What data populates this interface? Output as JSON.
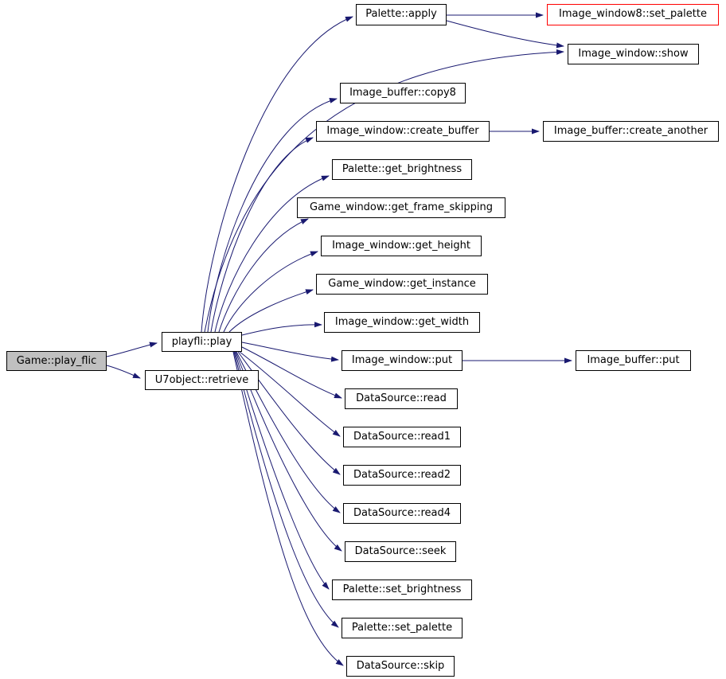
{
  "diagram": {
    "kind": "doxygen-call-graph",
    "edge_color": "#191970",
    "node_border_color": "#000000",
    "focus_node_fill": "#c0c0c0",
    "highlighted_node_border": "#ff0000",
    "background": "#ffffff"
  },
  "nodes": {
    "play_flic": {
      "label": "Game::play_flic"
    },
    "playfli_play": {
      "label": "playfli::play"
    },
    "u7_retrieve": {
      "label": "U7object::retrieve"
    },
    "palette_apply": {
      "label": "Palette::apply"
    },
    "iw8_set_palette": {
      "label": "Image_window8::set_palette"
    },
    "iw_show": {
      "label": "Image_window::show"
    },
    "ib_copy8": {
      "label": "Image_buffer::copy8"
    },
    "iw_create_buffer": {
      "label": "Image_window::create_buffer"
    },
    "ib_create_another": {
      "label": "Image_buffer::create_another"
    },
    "p_get_brightness": {
      "label": "Palette::get_brightness"
    },
    "gw_get_frame_skipping": {
      "label": "Game_window::get_frame_skipping"
    },
    "iw_get_height": {
      "label": "Image_window::get_height"
    },
    "gw_get_instance": {
      "label": "Game_window::get_instance"
    },
    "iw_get_width": {
      "label": "Image_window::get_width"
    },
    "iw_put": {
      "label": "Image_window::put"
    },
    "ib_put": {
      "label": "Image_buffer::put"
    },
    "ds_read": {
      "label": "DataSource::read"
    },
    "ds_read1": {
      "label": "DataSource::read1"
    },
    "ds_read2": {
      "label": "DataSource::read2"
    },
    "ds_read4": {
      "label": "DataSource::read4"
    },
    "ds_seek": {
      "label": "DataSource::seek"
    },
    "p_set_brightness": {
      "label": "Palette::set_brightness"
    },
    "p_set_palette": {
      "label": "Palette::set_palette"
    },
    "ds_skip": {
      "label": "DataSource::skip"
    }
  },
  "edges": [
    {
      "from": "Game::play_flic",
      "to": "playfli::play"
    },
    {
      "from": "Game::play_flic",
      "to": "U7object::retrieve"
    },
    {
      "from": "playfli::play",
      "to": "Palette::apply"
    },
    {
      "from": "playfli::play",
      "to": "Image_window::show"
    },
    {
      "from": "playfli::play",
      "to": "Image_buffer::copy8"
    },
    {
      "from": "playfli::play",
      "to": "Image_window::create_buffer"
    },
    {
      "from": "playfli::play",
      "to": "Palette::get_brightness"
    },
    {
      "from": "playfli::play",
      "to": "Game_window::get_frame_skipping"
    },
    {
      "from": "playfli::play",
      "to": "Image_window::get_height"
    },
    {
      "from": "playfli::play",
      "to": "Game_window::get_instance"
    },
    {
      "from": "playfli::play",
      "to": "Image_window::get_width"
    },
    {
      "from": "playfli::play",
      "to": "Image_window::put"
    },
    {
      "from": "playfli::play",
      "to": "DataSource::read"
    },
    {
      "from": "playfli::play",
      "to": "DataSource::read1"
    },
    {
      "from": "playfli::play",
      "to": "DataSource::read2"
    },
    {
      "from": "playfli::play",
      "to": "DataSource::read4"
    },
    {
      "from": "playfli::play",
      "to": "DataSource::seek"
    },
    {
      "from": "playfli::play",
      "to": "Palette::set_brightness"
    },
    {
      "from": "playfli::play",
      "to": "Palette::set_palette"
    },
    {
      "from": "playfli::play",
      "to": "DataSource::skip"
    },
    {
      "from": "Palette::apply",
      "to": "Image_window8::set_palette"
    },
    {
      "from": "Palette::apply",
      "to": "Image_window::show"
    },
    {
      "from": "Image_window::create_buffer",
      "to": "Image_buffer::create_another"
    },
    {
      "from": "Image_window::put",
      "to": "Image_buffer::put"
    }
  ]
}
